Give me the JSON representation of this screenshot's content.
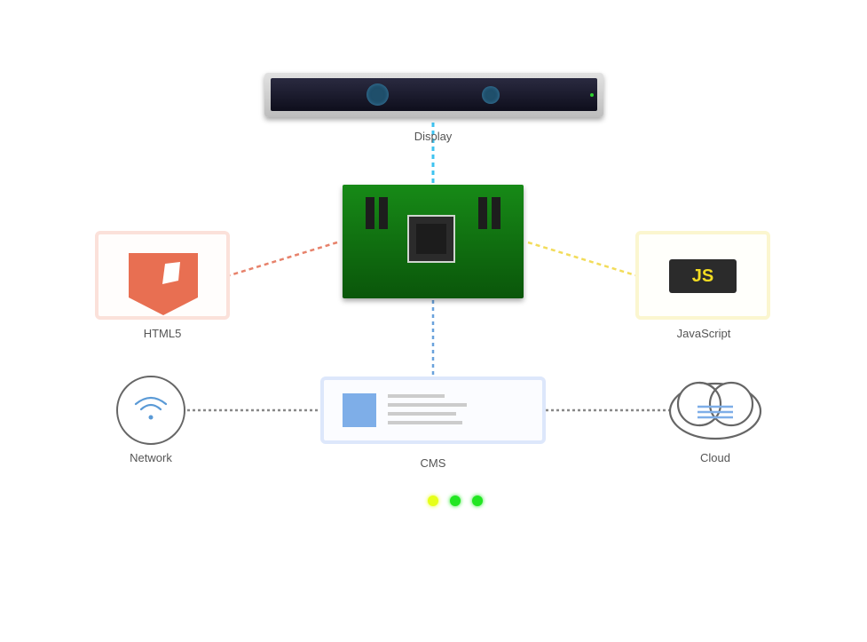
{
  "nodes": {
    "display": {
      "label": "Display"
    },
    "html5": {
      "label": "HTML5"
    },
    "javascript": {
      "label": "JavaScript",
      "badge": "JS"
    },
    "network": {
      "label": "Network"
    },
    "cms": {
      "label": "CMS"
    },
    "cloud": {
      "label": "Cloud"
    }
  },
  "connectors": {
    "display_board": {
      "color": "#3fc3f0",
      "style": "dashed"
    },
    "board_html5": {
      "color": "#e7826b",
      "style": "dashed"
    },
    "board_javascript": {
      "color": "#f2dc5a",
      "style": "dashed"
    },
    "board_cms": {
      "color": "#6aa2dc",
      "style": "dashed"
    },
    "network_cms": {
      "color": "#888888",
      "style": "dotted"
    },
    "cms_cloud": {
      "color": "#888888",
      "style": "dotted"
    }
  },
  "status_lights": [
    {
      "color": "#e6ff1a"
    },
    {
      "color": "#22e622"
    },
    {
      "color": "#22e622"
    }
  ],
  "icons": {
    "html5": "html5-shield-icon",
    "network": "wifi-icon",
    "cloud": "cloud-icon",
    "cms": "document-icon",
    "board": "circuit-board-icon",
    "display": "display-bar-icon"
  },
  "colors": {
    "html5": "#e86f52",
    "javascript_badge_bg": "#2b2b2b",
    "javascript_badge_text": "#f3dc22",
    "cms_accent": "#7eaee8",
    "board": "#178a17",
    "wifi": "#5a9ad6"
  }
}
